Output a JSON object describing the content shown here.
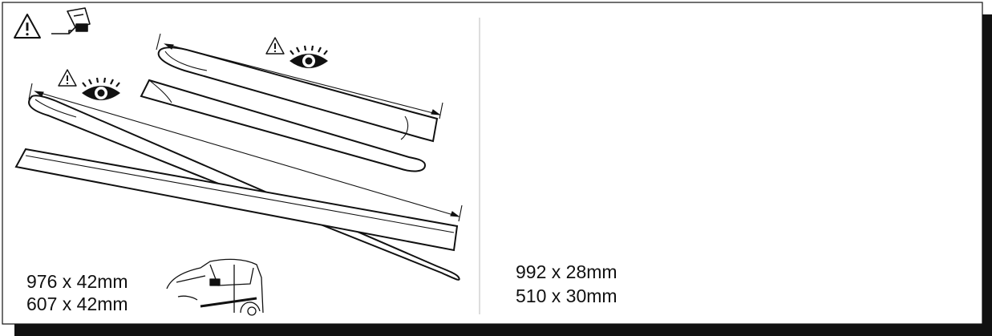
{
  "panels": {
    "left": {
      "dimensions": [
        "976 x 42mm",
        "607 x 42mm"
      ]
    },
    "right": {
      "dimensions": [
        "992 x 28mm",
        "510 x 30mm"
      ]
    }
  },
  "icons": {
    "warning": "warning-triangle-icon",
    "measure": "tape-measure-icon",
    "inspect": "eye-icon",
    "vehicle": "car-side-icon"
  },
  "colors": {
    "stroke": "#111111",
    "background": "#ffffff",
    "shadow": "#111111"
  }
}
